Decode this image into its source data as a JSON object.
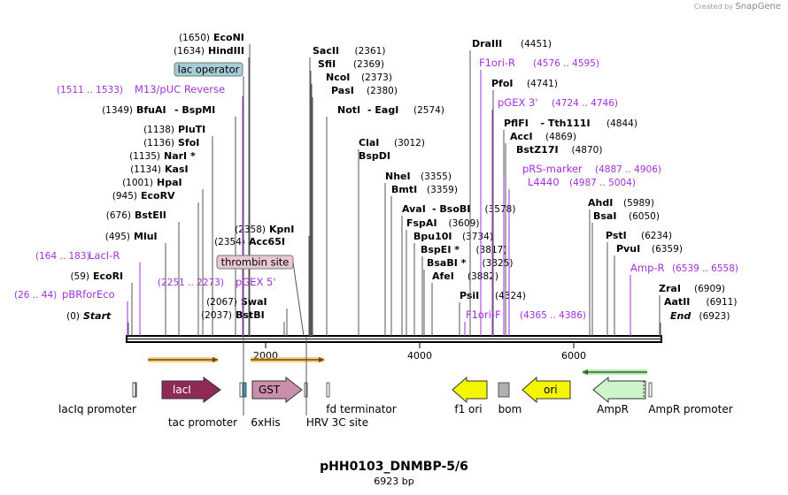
{
  "header": {
    "brand_prefix": "Created by",
    "brand": "SnapGene"
  },
  "plasmid": {
    "name": "pHH0103_DNMBP-5/6",
    "length": "6923 bp"
  },
  "ruler": [
    "2000",
    "4000",
    "6000"
  ],
  "sites": [
    {
      "label": "EcoNI",
      "pos": "(1650)"
    },
    {
      "label": "HindIII",
      "pos": "(1634)"
    },
    {
      "label": "BfuAI",
      "label2": "BspMI",
      "pos": "(1349)"
    },
    {
      "label": "PluTI",
      "pos": "(1138)"
    },
    {
      "label": "SfoI",
      "pos": "(1136)"
    },
    {
      "label": "NarI *",
      "pos": "(1135)"
    },
    {
      "label": "KasI",
      "pos": "(1134)"
    },
    {
      "label": "HpaI",
      "pos": "(1001)"
    },
    {
      "label": "EcoRV",
      "pos": "(945)"
    },
    {
      "label": "BstEII",
      "pos": "(676)"
    },
    {
      "label": "MluI",
      "pos": "(495)"
    },
    {
      "label": "EcoRI",
      "pos": "(59)"
    },
    {
      "label": "Start",
      "pos": "(0)"
    },
    {
      "label": "SwaI",
      "pos": "(2067)"
    },
    {
      "label": "BstBI",
      "pos": "(2037)"
    },
    {
      "label": "KpnI",
      "pos": "(2358)"
    },
    {
      "label": "Acc65I",
      "pos": "(2354)"
    },
    {
      "label": "SacII",
      "pos": "(2361)"
    },
    {
      "label": "SfiI",
      "pos": "(2369)"
    },
    {
      "label": "NcoI",
      "pos": "(2373)"
    },
    {
      "label": "PasI",
      "pos": "(2380)"
    },
    {
      "label": "NotI",
      "label2": "EagI",
      "pos": "(2574)"
    },
    {
      "label": "ClaI",
      "pos": "(3012)"
    },
    {
      "label": "BspDI",
      "pos": ""
    },
    {
      "label": "NheI",
      "pos": "(3355)"
    },
    {
      "label": "BmtI",
      "pos": "(3359)"
    },
    {
      "label": "AvaI",
      "label2": "BsoBI",
      "pos": "(3578)"
    },
    {
      "label": "FspAI",
      "pos": "(3609)"
    },
    {
      "label": "Bpu10I",
      "pos": "(3734)"
    },
    {
      "label": "BspEI *",
      "pos": "(3817)"
    },
    {
      "label": "BsaBI *",
      "pos": "(3825)"
    },
    {
      "label": "AfeI",
      "pos": "(3882)"
    },
    {
      "label": "PsiI",
      "pos": "(4324)"
    },
    {
      "label": "DraIII",
      "pos": "(4451)"
    },
    {
      "label": "PfoI",
      "pos": "(4741)"
    },
    {
      "label": "PflFI",
      "label2": "Tth111I",
      "pos": "(4844)"
    },
    {
      "label": "AccI",
      "pos": "(4869)"
    },
    {
      "label": "BstZ17I",
      "pos": "(4870)"
    },
    {
      "label": "AhdI",
      "pos": "(5989)"
    },
    {
      "label": "BsaI",
      "pos": "(6050)"
    },
    {
      "label": "PstI",
      "pos": "(6234)"
    },
    {
      "label": "PvuI",
      "pos": "(6359)"
    },
    {
      "label": "ZraI",
      "pos": "(6909)"
    },
    {
      "label": "AatII",
      "pos": "(6911)"
    },
    {
      "label": "End",
      "pos": "(6923)"
    }
  ],
  "primers": [
    {
      "label": "M13/pUC Reverse",
      "range": "(1511 .. 1533)"
    },
    {
      "label": "LacI-R",
      "range": "(164 .. 183)"
    },
    {
      "label": "pBRforEco",
      "range": "(26 .. 44)"
    },
    {
      "label": "pGEX 5'",
      "range": "(2251 .. 2273)"
    },
    {
      "label": "F1ori-R",
      "range": "(4576 .. 4595)"
    },
    {
      "label": "pGEX 3'",
      "range": "(4724 .. 4746)"
    },
    {
      "label": "pRS-marker",
      "range": "(4887 .. 4906)"
    },
    {
      "label": "L4440",
      "range": "(4987 .. 5004)"
    },
    {
      "label": "F1ori-F",
      "range": "(4365 .. 4386)"
    },
    {
      "label": "Amp-R",
      "range": "(6539 .. 6558)"
    }
  ],
  "boxed": [
    {
      "label": "lac operator"
    },
    {
      "label": "thrombin site"
    }
  ],
  "features": [
    {
      "label": "lacI"
    },
    {
      "label": "GST"
    },
    {
      "label": "ori"
    },
    {
      "label": "lacIq promoter"
    },
    {
      "label": "tac promoter"
    },
    {
      "label": "6xHis"
    },
    {
      "label": "HRV 3C site"
    },
    {
      "label": "fd terminator"
    },
    {
      "label": "f1 ori"
    },
    {
      "label": "bom"
    },
    {
      "label": "AmpR"
    },
    {
      "label": "AmpR promoter"
    }
  ],
  "colors": {
    "primer": "#a230d9",
    "line": "#555555",
    "lacI": "#8e2a55",
    "GST": "#c98fab",
    "ori": "#f5f500",
    "AmpR": "#ccf5cc",
    "bom": "#b0b0b0",
    "orf": "#f5a623",
    "lacOperator": "#a6ccd8",
    "thrombin": "#e8c8d2"
  }
}
